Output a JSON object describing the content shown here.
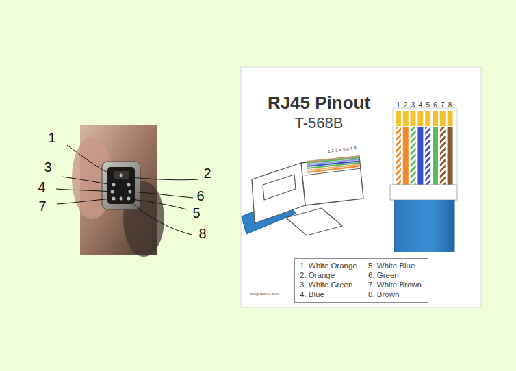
{
  "diagram": {
    "title": "RJ45 Pinout",
    "nodes": [
      {
        "text": [
          "1. White Orange",
          "2. Orange",
          "3. White Green",
          "4. Blue",
          "5. White Blue",
          "6. Green",
          "7. White Brown",
          "8. Brown"
        ]
      }
    ],
    "labels": [
      "T-568B",
      "1",
      "3",
      "2",
      "4",
      "6",
      "7",
      "5",
      "8",
      "1",
      "2",
      "3",
      "4",
      "5",
      "6",
      "7",
      "8",
      "1",
      "2",
      "3",
      "4",
      "5",
      "6",
      "7",
      "8",
      "bougetcorrie.com"
    ]
  }
}
